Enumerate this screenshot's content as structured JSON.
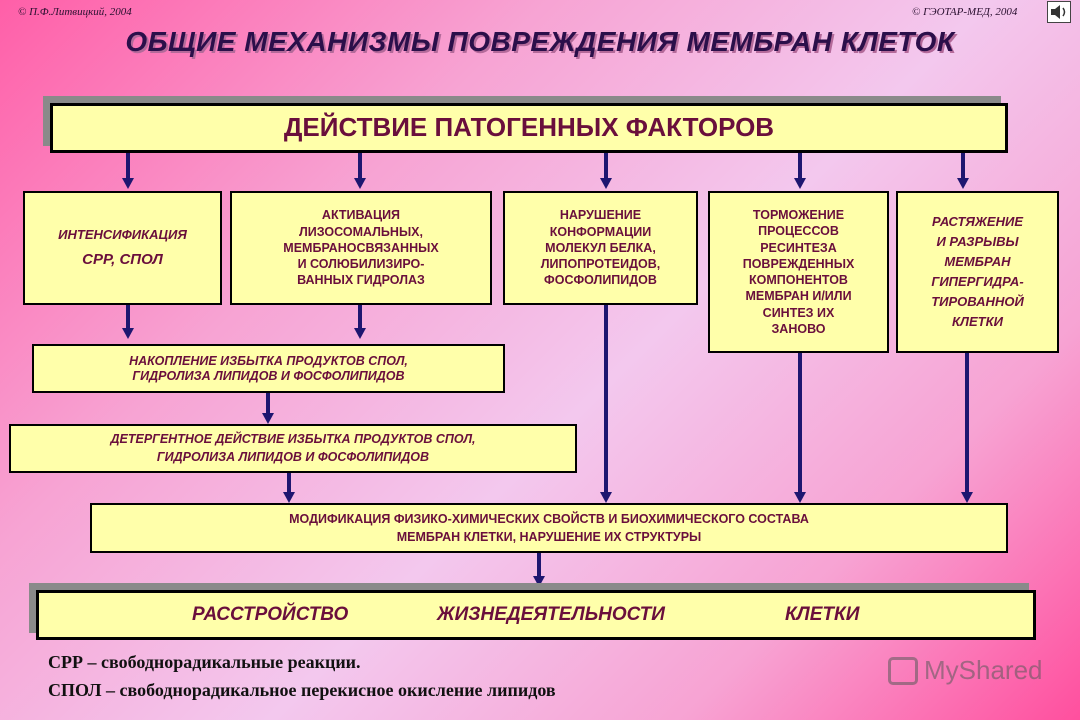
{
  "credits": {
    "left": "© П.Ф.Литвицкий, 2004",
    "right": "© ГЭОТАР-МЕД, 2004"
  },
  "title": "ОБЩИЕ  МЕХАНИЗМЫ  ПОВРЕЖДЕНИЯ МЕМБРАН  КЛЕТОК",
  "top_box": "ДЕЙСТВИЕ  ПАТОГЕННЫХ  ФАКТОРОВ",
  "factors": [
    "ИНТЕНСИФИКАЦИЯ",
    "СРР, СПОЛ",
    "АКТИВАЦИЯ\nЛИЗОСОМАЛЬНЫХ,\nМЕМБРАНОСВЯЗАННЫХ\nИ СОЛЮБИЛИЗИРО-\nВАННЫХ ГИДРОЛАЗ",
    "НАРУШЕНИЕ\nКОНФОРМАЦИИ\nМОЛЕКУЛ БЕЛКА,\nЛИПОПРОТЕИДОВ,\nФОСФОЛИПИДОВ",
    "ТОРМОЖЕНИЕ\nПРОЦЕССОВ\nРЕСИНТЕЗА\nПОВРЕЖДЕННЫХ\nКОМПОНЕНТОВ\nМЕМБРАН И/ИЛИ\nСИНТЕЗ  ИХ\nЗАНОВО",
    "РАСТЯЖЕНИЕ\nИ  РАЗРЫВЫ\nМЕМБРАН\nГИПЕРГИДРА-\nТИРОВАННОЙ\nКЛЕТКИ"
  ],
  "accumulation": "НАКОПЛЕНИЕ  ИЗБЫТКА  ПРОДУКТОВ СПОЛ,\nГИДРОЛИЗА  ЛИПИДОВ  И  ФОСФОЛИПИДОВ",
  "detergent": "ДЕТЕРГЕНТНОЕ ДЕЙСТВИЕ ИЗБЫТКА ПРОДУКТОВ  СПОЛ,\nГИДРОЛИЗА  ЛИПИДОВ  И  ФОСФОЛИПИДОВ",
  "modification": "МОДИФИКАЦИЯ  ФИЗИКО-ХИМИЧЕСКИХ  СВОЙСТВ И  БИОХИМИЧЕСКОГО  СОСТАВА\nМЕМБРАН  КЛЕТКИ, НАРУШЕНИЕ   ИХ  СТРУКТУРЫ",
  "result": [
    "РАССТРОЙСТВО",
    "ЖИЗНЕДЕЯТЕЛЬНОСТИ",
    "КЛЕТКИ"
  ],
  "legend": [
    "СРР – свободнорадикальные реакции.",
    "СПОЛ – свободнорадикальное перекисное окисление липидов"
  ],
  "watermark": "MyShared",
  "colors": {
    "box_fill": "#ffffaa",
    "box_text": "#6a0f3c",
    "arrow": "#1e1670",
    "title": "#2b0f4a"
  }
}
